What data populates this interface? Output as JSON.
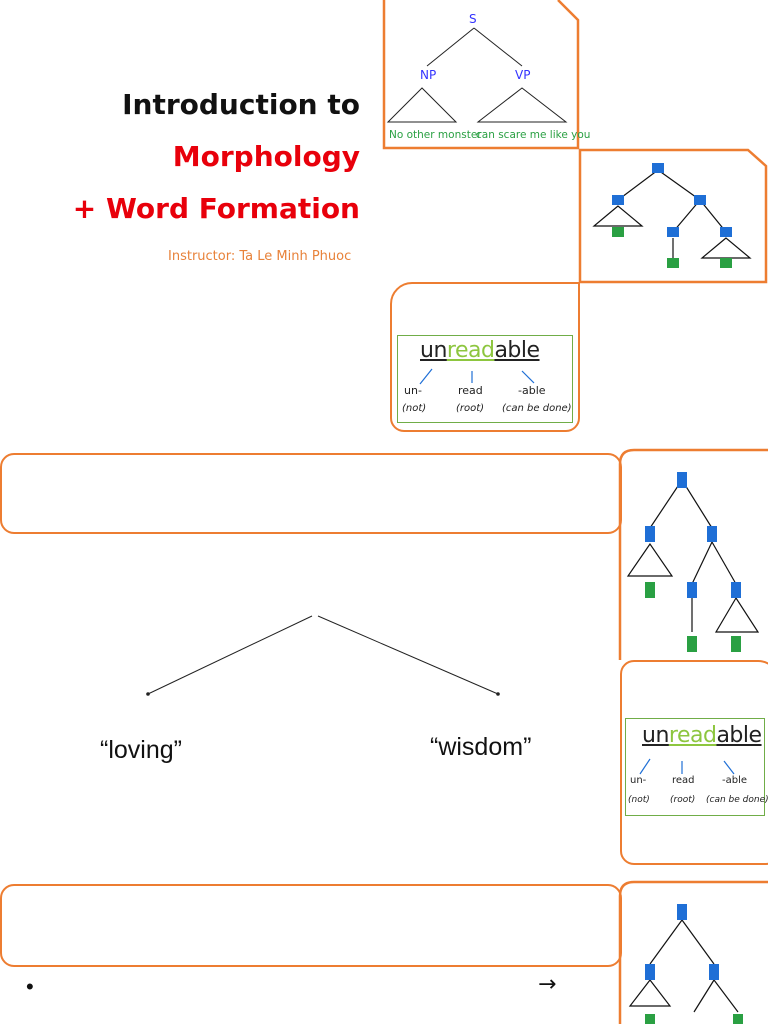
{
  "slide1": {
    "title_line1": "Introduction to",
    "title_line2": "Morphology",
    "title_line3": "+ Word Formation",
    "instructor": "Instructor: Ta Le Minh Phuoc",
    "syntax_tree": {
      "root": "S",
      "left_node": "NP",
      "right_node": "VP",
      "left_phrase": "No other monster",
      "right_phrase": "can scare me like you"
    },
    "word_card": {
      "prefix_text": "un",
      "root_text": "read",
      "suffix_text": "able",
      "parts": [
        {
          "form": "un-",
          "gloss": "(not)"
        },
        {
          "form": "read",
          "gloss": "(root)"
        },
        {
          "form": "-able",
          "gloss": "(can be done)"
        }
      ]
    }
  },
  "slide2": {
    "left_word": "“loving”",
    "right_word": "“wisdom”"
  },
  "slide3": {
    "bullet": "•",
    "arrow": "→"
  },
  "colors": {
    "orange": "#ed7d31",
    "red": "#e8000b",
    "blue_node": "#1f6fd6",
    "green_node": "#2aa043",
    "card_green": "#70ad47"
  }
}
